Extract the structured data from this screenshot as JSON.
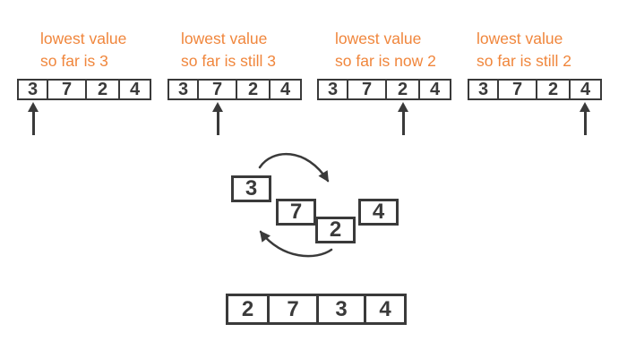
{
  "colors": {
    "accent_orange": "#f0863c",
    "ink": "#3a3a3a",
    "background": "#ffffff"
  },
  "icons": {
    "pointer_arrow": "up-arrow",
    "swap_arrow_top": "curved-arrow-down-right",
    "swap_arrow_bottom": "curved-arrow-up-left"
  },
  "stages": [
    {
      "label_line1": "lowest value",
      "label_line2": "so far is 3",
      "cells": [
        "3",
        "7",
        "2",
        "4"
      ],
      "pointer_index": 0
    },
    {
      "label_line1": "lowest value",
      "label_line2": "so far is still 3",
      "cells": [
        "3",
        "7",
        "2",
        "4"
      ],
      "pointer_index": 1
    },
    {
      "label_line1": "lowest value",
      "label_line2": "so far is now 2",
      "cells": [
        "3",
        "7",
        "2",
        "4"
      ],
      "pointer_index": 2
    },
    {
      "label_line1": "lowest value",
      "label_line2": "so far is still 2",
      "cells": [
        "3",
        "7",
        "2",
        "4"
      ],
      "pointer_index": 3
    }
  ],
  "swap_boxes": [
    "3",
    "7",
    "2",
    "4"
  ],
  "result_row": {
    "cells": [
      "2",
      "7",
      "3",
      "4"
    ]
  }
}
